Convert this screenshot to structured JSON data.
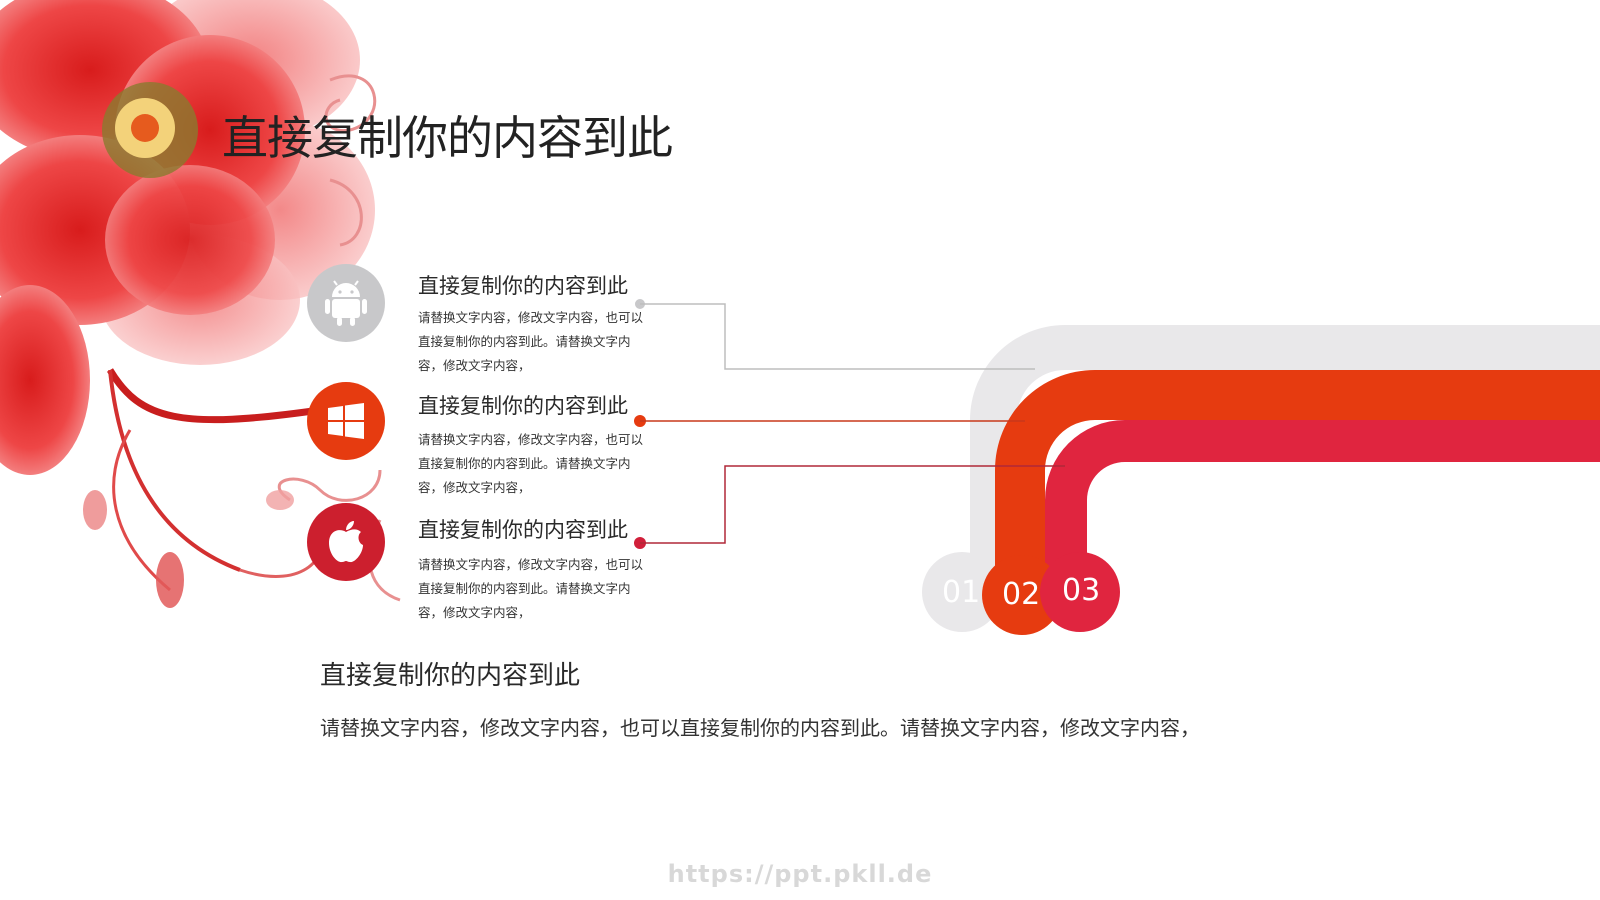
{
  "title": "直接复制你的内容到此",
  "items": [
    {
      "icon": "android-icon",
      "color": "#c8c8ca",
      "heading": "直接复制你的内容到此",
      "body": "请替换文字内容，修改文字内容，也可以直接复制你的内容到此。请替换文字内容，修改文字内容，",
      "number": "01"
    },
    {
      "icon": "windows-icon",
      "color": "#e63b10",
      "heading": "直接复制你的内容到此",
      "body": "请替换文字内容，修改文字内容，也可以直接复制你的内容到此。请替换文字内容，修改文字内容，",
      "number": "02"
    },
    {
      "icon": "apple-icon",
      "color": "#cc1f2e",
      "heading": "直接复制你的内容到此",
      "body": "请替换文字内容，修改文字内容，也可以直接复制你的内容到此。请替换文字内容，修改文字内容，",
      "number": "03"
    }
  ],
  "summary": {
    "heading": "直接复制你的内容到此",
    "body": "请替换文字内容，修改文字内容，也可以直接复制你的内容到此。请替换文字内容，修改文字内容，"
  },
  "footer": "https://ppt.pkll.de",
  "colors": {
    "gray": "#e9e8ea",
    "orange": "#e63b10",
    "crimson": "#e0253f"
  }
}
